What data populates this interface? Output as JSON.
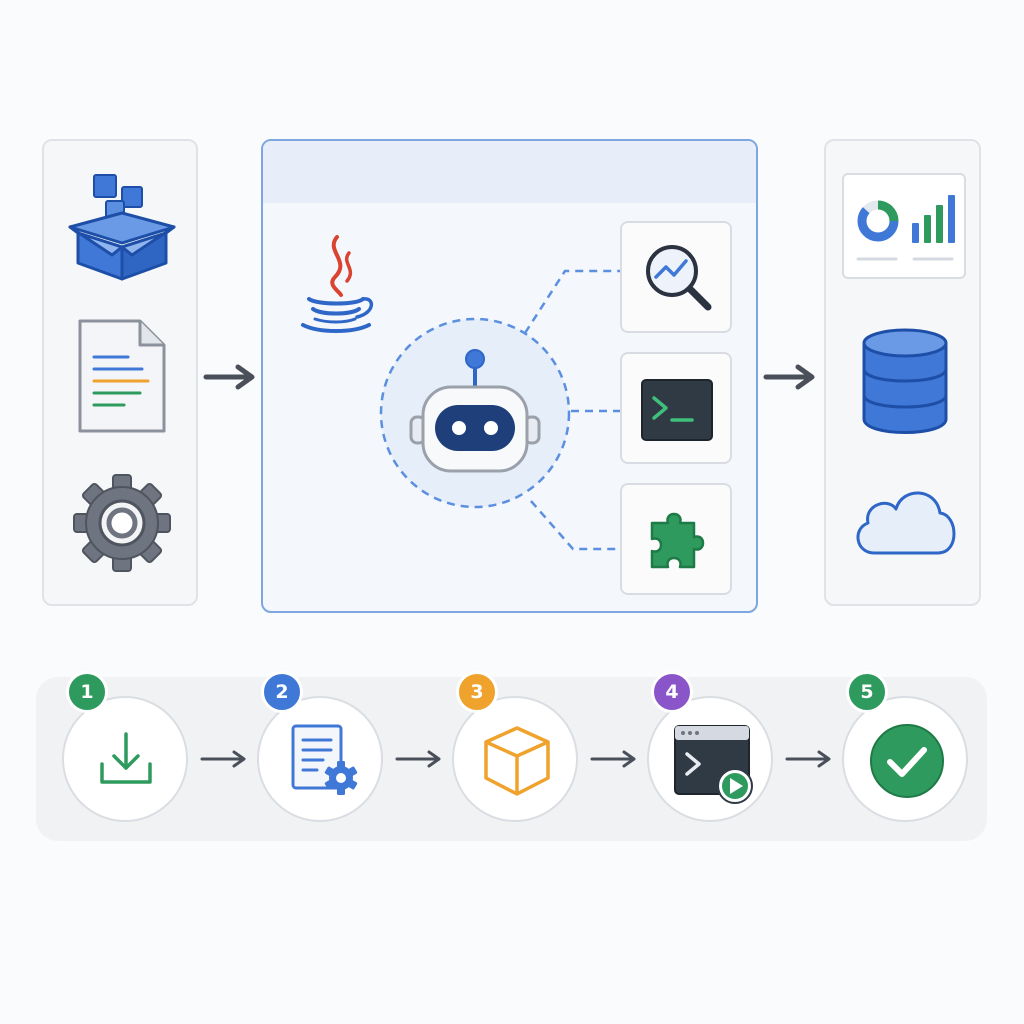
{
  "colors": {
    "blue": "#3f78d6",
    "dark_navy": "#1e3a6e",
    "green": "#2e9a5e",
    "orange": "#efa22c",
    "purple": "#8a55c9",
    "gray_icon": "#6e7480",
    "java_red": "#d9432f",
    "java_blue": "#2f67c8"
  },
  "inputs": {
    "items": [
      {
        "icon": "package-icon"
      },
      {
        "icon": "document-icon"
      },
      {
        "icon": "gear-icon"
      }
    ]
  },
  "agent": {
    "language_icon": "java-coffee-icon",
    "center_icon": "robot-icon",
    "tools": [
      {
        "icon": "search-analytics-icon"
      },
      {
        "icon": "terminal-icon"
      },
      {
        "icon": "puzzle-plugin-icon"
      }
    ]
  },
  "outputs": {
    "items": [
      {
        "icon": "dashboard-chart-icon"
      },
      {
        "icon": "database-icon"
      },
      {
        "icon": "cloud-icon"
      }
    ]
  },
  "steps": [
    {
      "number": "1",
      "icon": "download-icon",
      "color": "#2e9a5e"
    },
    {
      "number": "2",
      "icon": "config-document-icon",
      "color": "#3f78d6"
    },
    {
      "number": "3",
      "icon": "build-cube-icon",
      "color": "#efa22c"
    },
    {
      "number": "4",
      "icon": "run-terminal-icon",
      "color": "#8a55c9"
    },
    {
      "number": "5",
      "icon": "check-circle-icon",
      "color": "#2e9a5e"
    }
  ]
}
